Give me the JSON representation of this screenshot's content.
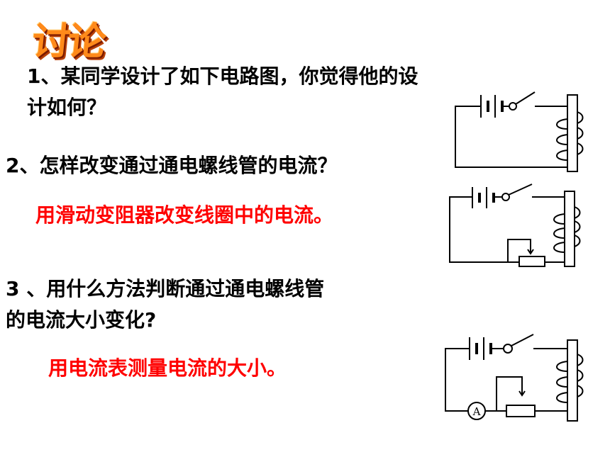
{
  "title": "讨论",
  "questions": {
    "q1_line1": "1、某同学设计了如下电路图，你觉得他的设",
    "q1_line2": "计如何？",
    "q2": "2、怎样改变通过通电螺线管的电流？",
    "a2": "用滑动变阻器改变线圈中的电流。",
    "q3_line1": "3 、用什么方法判断通过通电螺线管",
    "q3_line2": "的电流大小变化?",
    "a3": "用电流表测量电流的大小。"
  },
  "circuits": {
    "ammeter_label": "A"
  }
}
